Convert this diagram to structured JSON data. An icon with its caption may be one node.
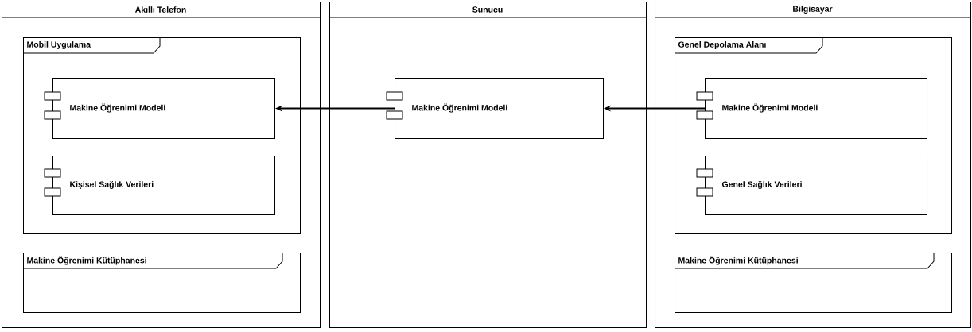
{
  "diagram": {
    "nodes": [
      {
        "text": [
          "Akıllı Telefon"
        ]
      },
      {
        "text": [
          "Mobil Uygulama"
        ],
        "in": 0
      },
      {
        "text": [
          "Makine Öğrenimi Modeli"
        ],
        "in": 1
      },
      {
        "text": [
          "Kişisel Sağlık Verileri"
        ],
        "in": 1
      },
      {
        "text": [
          "Makine Öğrenimi Kütüphanesi"
        ],
        "in": 0
      },
      {
        "text": [
          "Sunucu"
        ]
      },
      {
        "text": [
          "Makine Öğrenimi Modeli"
        ],
        "in": 5
      },
      {
        "text": [
          "Bilgisayar"
        ]
      },
      {
        "text": [
          "Genel Depolama Alanı"
        ],
        "in": 7
      },
      {
        "text": [
          "Makine Öğrenimi Modeli"
        ],
        "in": 8
      },
      {
        "text": [
          "Genel Sağlık Verileri"
        ],
        "in": 8
      },
      {
        "text": [
          "Makine Öğrenimi Kütüphanesi"
        ],
        "in": 7
      }
    ],
    "edges": [
      {
        "from": 6,
        "to": 2,
        "arrow": "to"
      },
      {
        "from": 9,
        "to": 6,
        "arrow": "to"
      }
    ]
  }
}
